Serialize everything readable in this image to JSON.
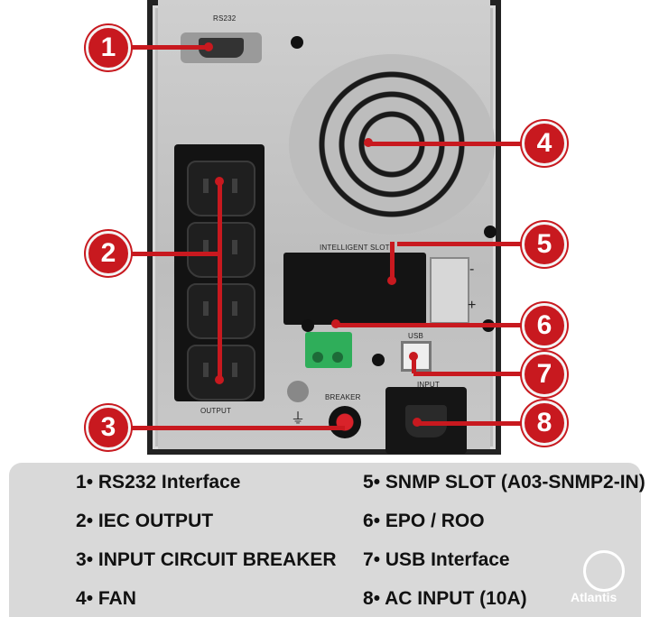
{
  "device": {
    "rs232_label": "RS232",
    "output_label": "OUTPUT",
    "breaker_label": "BREAKER",
    "intelligent_slot_label": "INTELLIGENT SLOT",
    "usb_label": "USB",
    "input_label": "INPUT",
    "minus_sign": "-",
    "plus_sign": "+"
  },
  "callouts": [
    "1",
    "2",
    "3",
    "4",
    "5",
    "6",
    "7",
    "8"
  ],
  "legend": {
    "items": [
      {
        "num": "1",
        "text": "RS232 Interface"
      },
      {
        "num": "2",
        "text": "IEC OUTPUT"
      },
      {
        "num": "3",
        "text": "INPUT CIRCUIT BREAKER"
      },
      {
        "num": "4",
        "text": "FAN"
      },
      {
        "num": "5",
        "text": "SNMP SLOT (A03-SNMP2-IN)"
      },
      {
        "num": "6",
        "text": "EPO / ROO"
      },
      {
        "num": "7",
        "text": "USB Interface"
      },
      {
        "num": "8",
        "text": "AC INPUT (10A)"
      }
    ],
    "separator": "•"
  },
  "brand": {
    "name": "Atlantis"
  },
  "colors": {
    "accent": "#c8191f",
    "panel": "#bdbdbd",
    "legend_bg": "#d9d9d9"
  }
}
